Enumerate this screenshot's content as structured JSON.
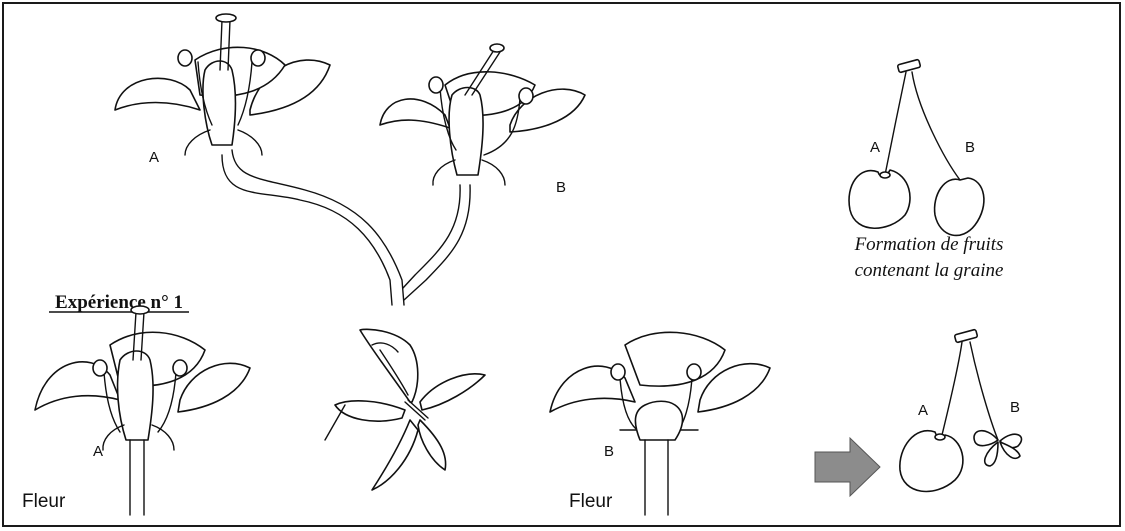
{
  "labels": {
    "top_flower_a": "A",
    "top_flower_b": "B",
    "cherry_top_a": "A",
    "cherry_top_b": "B",
    "fruit_caption_line1": "Formation de fruits",
    "fruit_caption_line2": "contenant la graine",
    "experiment_title": "Expérience n° 1",
    "bottom_flower_a": "A",
    "bottom_flower_b": "B",
    "fleur_left": "Fleur",
    "fleur_middle": "Fleur",
    "cherry_bottom_a": "A",
    "cherry_bottom_b": "B"
  },
  "icons": {
    "insect": "butterfly-icon",
    "arrow": "arrow-right-icon"
  },
  "colors": {
    "line": "#111111",
    "arrow_fill": "#8c8c8c",
    "border": "#1a1a1a"
  }
}
